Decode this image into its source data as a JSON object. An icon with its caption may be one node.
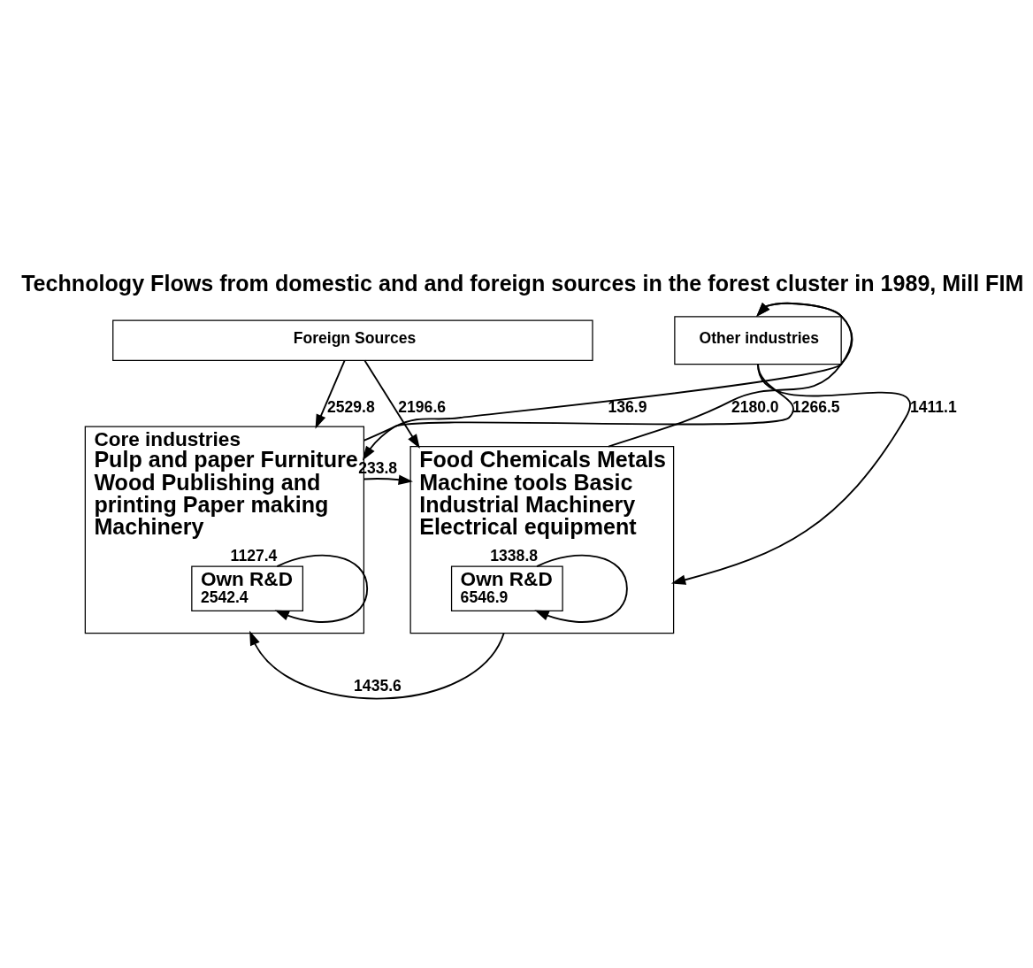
{
  "diagram": {
    "title": "Technology Flows from domestic and and foreign sources in the forest cluster in 1989, Mill FIM",
    "nodes": [
      {
        "text": [
          "Foreign Sources"
        ]
      },
      {
        "text": [
          "Core industries",
          "Pulp and paper Furniture Wood Publishing and printing Paper making Machinery"
        ]
      },
      {
        "text": [
          "Own R&D",
          "2542.4"
        ],
        "in": 1
      },
      {
        "text": [
          "Food Chemicals Metals Machine tools Basic Industrial Machinery Electrical equipment"
        ]
      },
      {
        "text": [
          "Own R&D",
          "6546.9"
        ],
        "in": 3
      },
      {
        "text": [
          "Other industries"
        ]
      }
    ],
    "edges": [
      {
        "from": 0,
        "to": 1,
        "arrow": "to",
        "label": "2529.8"
      },
      {
        "from": 0,
        "to": 3,
        "arrow": "to",
        "label": "2196.6"
      },
      {
        "from": 1,
        "to": 3,
        "arrow": "to",
        "label": "233.8"
      },
      {
        "from": 1,
        "to": 5,
        "arrow": "to",
        "label": "136.9"
      },
      {
        "from": 3,
        "to": 5,
        "arrow": "to",
        "label": "2180.0"
      },
      {
        "from": 5,
        "to": 1,
        "arrow": "to",
        "label": "1266.5"
      },
      {
        "from": 5,
        "to": 3,
        "arrow": "to",
        "label": "1411.1"
      },
      {
        "from": 3,
        "to": 1,
        "arrow": "to",
        "label": "1435.6"
      },
      {
        "from": 2,
        "to": 2,
        "arrow": "to",
        "label": "1127.4"
      },
      {
        "from": 4,
        "to": 4,
        "arrow": "to",
        "label": "1338.8"
      }
    ]
  }
}
